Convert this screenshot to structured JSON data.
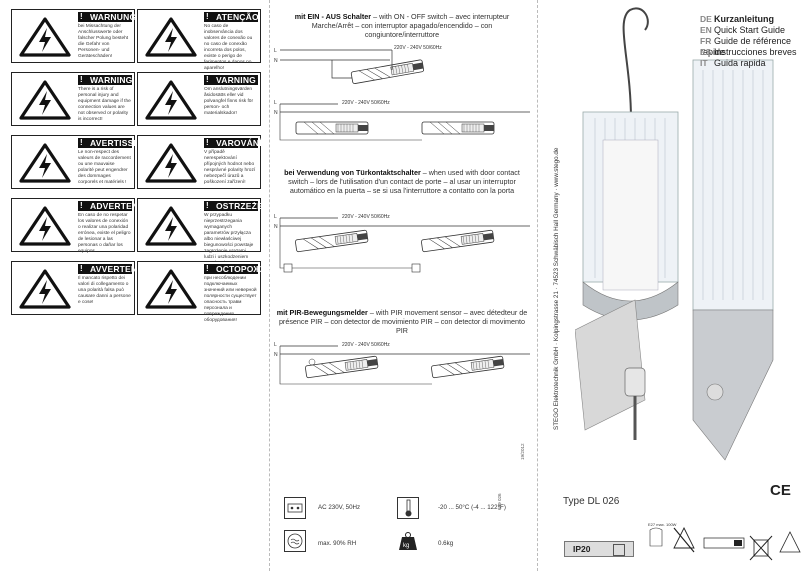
{
  "warnings": [
    {
      "title": "WARNUNG",
      "text": "bei Missachtung der Anschlusswerte oder falscher Polung besteht die Gefahr von Personen- und Geräteschäden!"
    },
    {
      "title": "ATENÇÃO",
      "text": "No caso de inobservância dos valores de conexão ou no caso de conexão incorreta dos polos, existe o perigo de ferimentos e danos no aparelho!"
    },
    {
      "title": "WARNING",
      "text": "There is a risk of personal injury and equipment damage if the connection values are not observed or polarity is incorrect!"
    },
    {
      "title": "VARNING",
      "text": "Om anslutningsvärden åsidosätts eller vid polvangfel finns risk för person- och materialskador!"
    },
    {
      "title": "AVERTISSEMENT",
      "text": "Le non-respect des valeurs de raccordement ou une mauvaise polarité peut engendrer des dommages corporels et matériels !"
    },
    {
      "title": "VAROVÁNÍ",
      "text": "V případě nerespektování přípojných hodnot nebo nesprávné polarity hrozí nebezpečí úrazů a poškození zařízení!"
    },
    {
      "title": "ADVERTENCIA",
      "text": "En caso de no respetar los valores de conexión o realizar una polaridad errónea, existe el peligro de lesionar a las personas o dañar los equipos."
    },
    {
      "title": "OSTRZEŻENIE",
      "text": "W przypadku nieprzestrzegania wymaganych parametrów przyłącza albo niewłaściwej biegunowości powstaje zagrożenie urazami ludzi i uszkodzeniem urządzenia!"
    },
    {
      "title": "AVVERTENZA",
      "text": "Il mancato rispetto dei valori di collegamento o una polarità falsa può causare danni a persone e cose!"
    },
    {
      "title": "ОСТОРОЖНО",
      "text": "при несоблюдении подключаемых значений или неверной полярности существует опасность травм персонала и повреждения оборудования!"
    }
  ],
  "sections": [
    {
      "bold": "mit EIN - AUS Schalter",
      "rest": " – with ON - OFF switch – avec interrupteur Marche/Arrêt – con interruptor apagado/encendido – con congiuntore/interruttore"
    },
    {
      "bold": "bei Verwendung von Türkontaktschalter",
      "rest": " – when used with door contact switch – lors de l'utilisation d'un contact de porte – al usar un interruptor automático en la puerta – se si usa l'interruttore a contatto con la porta"
    },
    {
      "bold": "mit PIR-Bewegungsmelder",
      "rest": " – with PIR movement sensor – avec détedteur de présence PIR – con detector de movimiento PIR – con detector di movimento PIR"
    }
  ],
  "diagram": {
    "voltage": "220V - 240V  50/60Hz",
    "terminal_l": "L",
    "terminal_n": "N"
  },
  "side_codes": [
    "19/2012",
    "689 026"
  ],
  "specs": {
    "electrical": "AC 230V, 50Hz",
    "temperature": "-20 ... 50°C (-4 ... 122°F)",
    "humidity": "max. 90% RH",
    "weight": "0.6kg"
  },
  "cover": {
    "languages": [
      {
        "code": "DE",
        "label": "Kurzanleitung"
      },
      {
        "code": "EN",
        "label": "Quick Start Guide"
      },
      {
        "code": "FR",
        "label": "Guide de référence rapide"
      },
      {
        "code": "ES",
        "label": "Instrucciones breves"
      },
      {
        "code": "IT",
        "label": "Guida rapida"
      }
    ],
    "address": "STEGO Elektrotechnik GmbH · Kolpingstrasse 21 · 74523 Schwäbisch Hall Germany · www.stego.de",
    "type": "Type DL 026",
    "ip": "IP20",
    "ce": "CE",
    "lamp_spec": "E27 max. 100W"
  },
  "colors": {
    "ink": "#1a1a1a",
    "panel": "#dcdcdc",
    "fold": "#bbbbbb"
  }
}
